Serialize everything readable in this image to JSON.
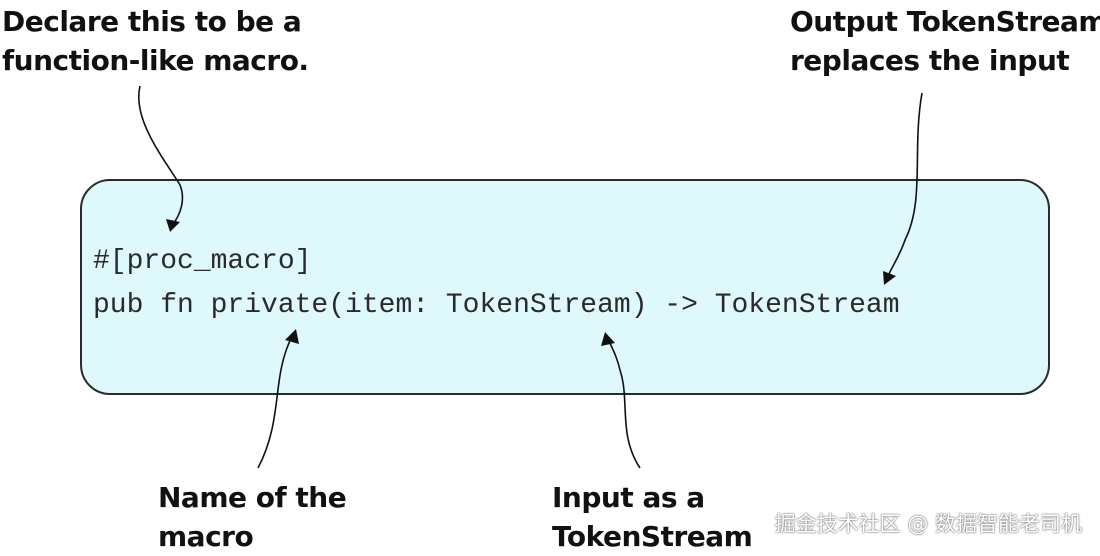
{
  "annotations": {
    "declare": [
      "Declare this to be a",
      "function-like macro."
    ],
    "output": [
      "Output TokenStream",
      "replaces the input"
    ],
    "name": [
      "Name of the",
      "macro"
    ],
    "input": [
      "Input as a",
      "TokenStream"
    ]
  },
  "code": {
    "line1": "#[proc_macro]",
    "line2": "pub fn private(item: TokenStream) -> TokenStream"
  },
  "watermark": "掘金技术社区 @ 数据智能老司机",
  "colors": {
    "code_box_fill": "#dff8fb",
    "code_box_border": "#2b2b2b",
    "text": "#111111"
  }
}
